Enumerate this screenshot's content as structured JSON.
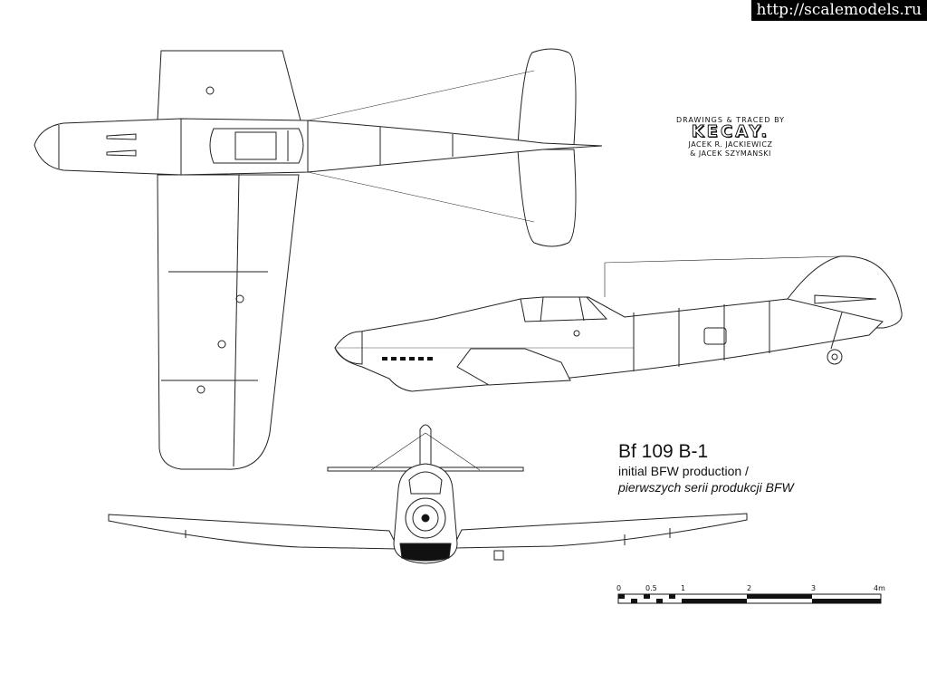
{
  "watermark": "http://scalemodels.ru",
  "credits": {
    "line1": "DRAWINGS & TRACED BY",
    "logo": "KECAY.",
    "line3": "JACEK R. JACKIEWICZ",
    "line4": "& JACEK SZYMANSKI"
  },
  "title": {
    "name": "Bf 109 B-1",
    "line2": "initial BFW production /",
    "line3": "pierwszych serii produkcji BFW"
  },
  "scale": {
    "labels": [
      "0",
      "0.5",
      "1",
      "2",
      "3",
      "4m"
    ]
  }
}
